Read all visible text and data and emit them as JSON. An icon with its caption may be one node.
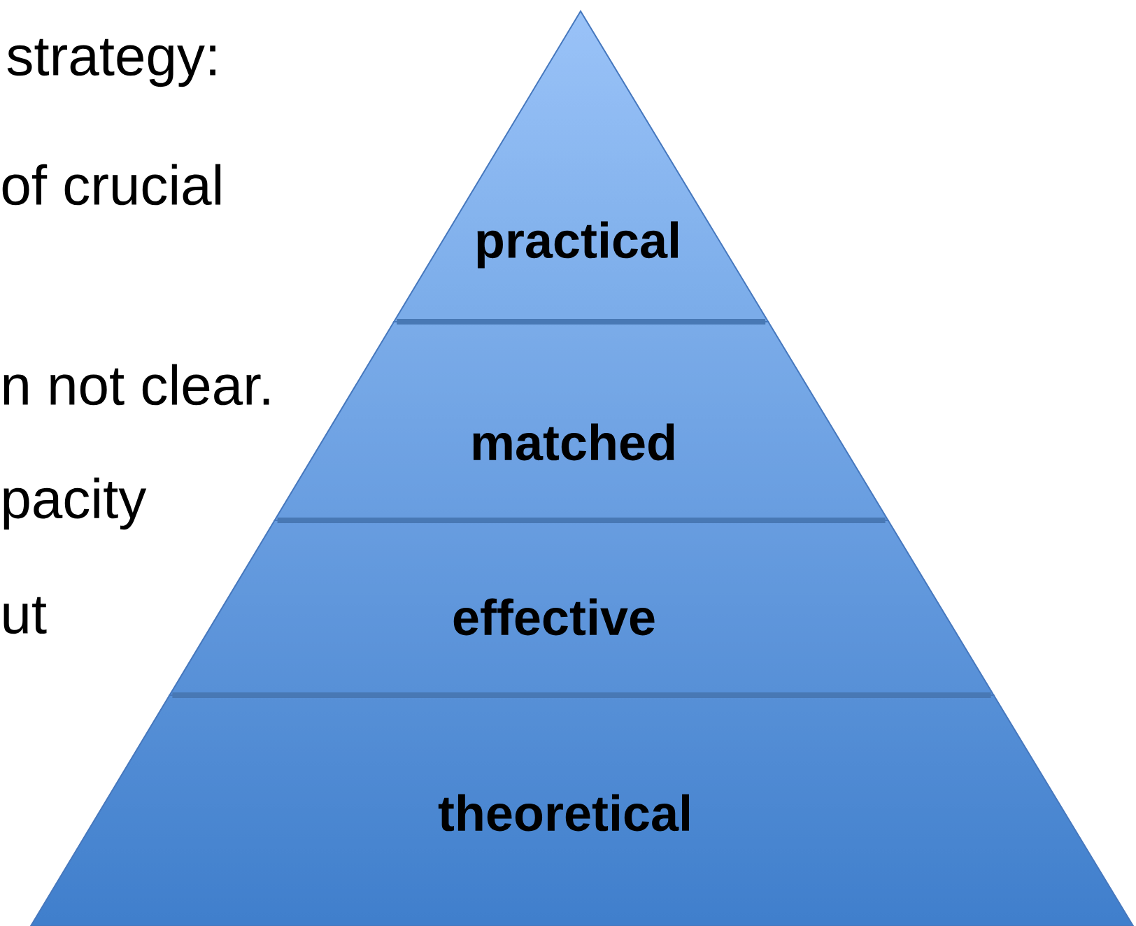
{
  "diagram": {
    "nodes": [
      {
        "text": [
          "practical"
        ]
      },
      {
        "text": [
          "matched"
        ]
      },
      {
        "text": [
          "effective"
        ]
      },
      {
        "text": [
          "theoretical"
        ]
      }
    ],
    "labels": [
      "strategy:",
      "of crucial",
      "n not clear.",
      "pacity",
      "ut"
    ]
  }
}
